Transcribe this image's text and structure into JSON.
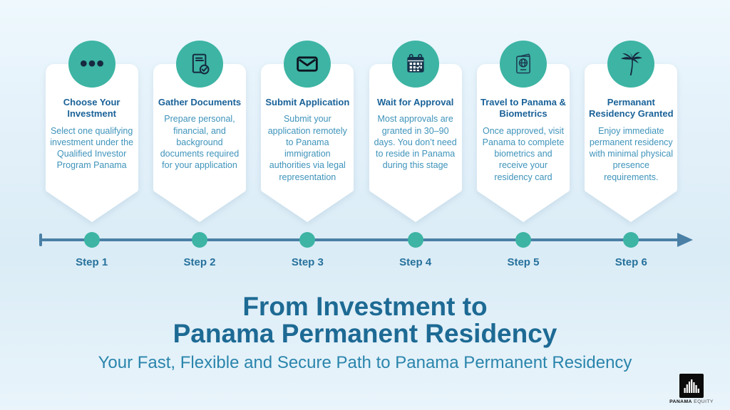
{
  "page": {
    "background": "#e3f1fa",
    "accent_teal": "#3db4a4",
    "icon_navy": "#16293f",
    "card_title_color": "#1a6298",
    "card_body_color": "#3e93ba",
    "timeline_color": "#4a80a6",
    "title_color": "#1d6a94"
  },
  "steps": [
    {
      "label": "Step 1",
      "icon": "ellipsis-icon",
      "title": "Choose Your Investment",
      "description": "Select one qualifying investment under the Qualified Investor Program Panama"
    },
    {
      "label": "Step 2",
      "icon": "document-check-icon",
      "title": "Gather Documents",
      "description": "Prepare personal, financial, and background documents required for your application"
    },
    {
      "label": "Step 3",
      "icon": "envelope-icon",
      "title": "Submit Application",
      "description": "Submit your application remotely to Panama immigration authorities via legal representation"
    },
    {
      "label": "Step 4",
      "icon": "calendar-check-icon",
      "title": "Wait for Approval",
      "description": "Most approvals are granted in 30–90 days. You don’t need to reside in Panama during this stage"
    },
    {
      "label": "Step 5",
      "icon": "passport-icon",
      "title": "Travel to Panama & Biometrics",
      "description": "Once approved, visit Panama to complete biometrics and receive your residency card"
    },
    {
      "label": "Step 6",
      "icon": "palm-tree-icon",
      "title": "Permanant Residency Granted",
      "description": "Enjoy immediate permanent residency with minimal physical presence requirements."
    }
  ],
  "title": {
    "line1": "From Investment to",
    "line2": "Panama Permanent Residency",
    "subtitle": "Your Fast, Flexible and Secure Path to Panama Permanent Residency"
  },
  "logo": {
    "brand_bold": "PANAMA",
    "brand_light": "EQUITY"
  }
}
